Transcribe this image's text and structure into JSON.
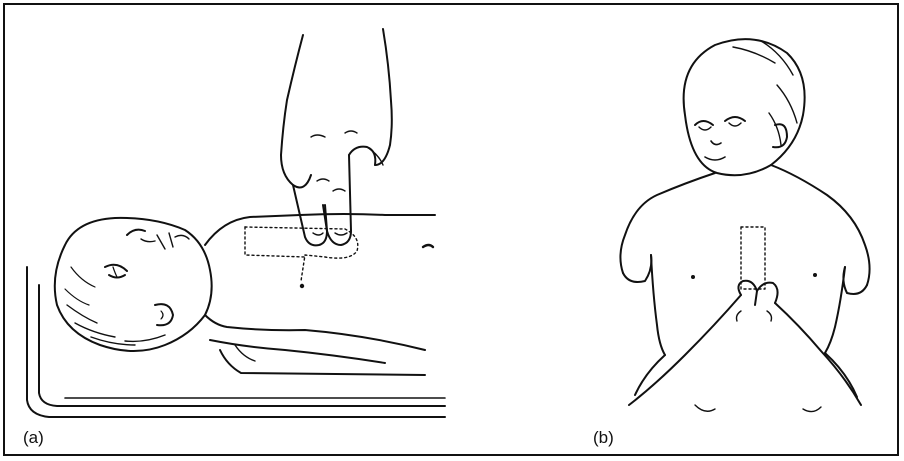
{
  "figure": {
    "panels": [
      {
        "id": "a",
        "label": "(a)"
      },
      {
        "id": "b",
        "label": "(b)"
      }
    ],
    "colors": {
      "ink": "#111111",
      "background": "#ffffff"
    }
  }
}
